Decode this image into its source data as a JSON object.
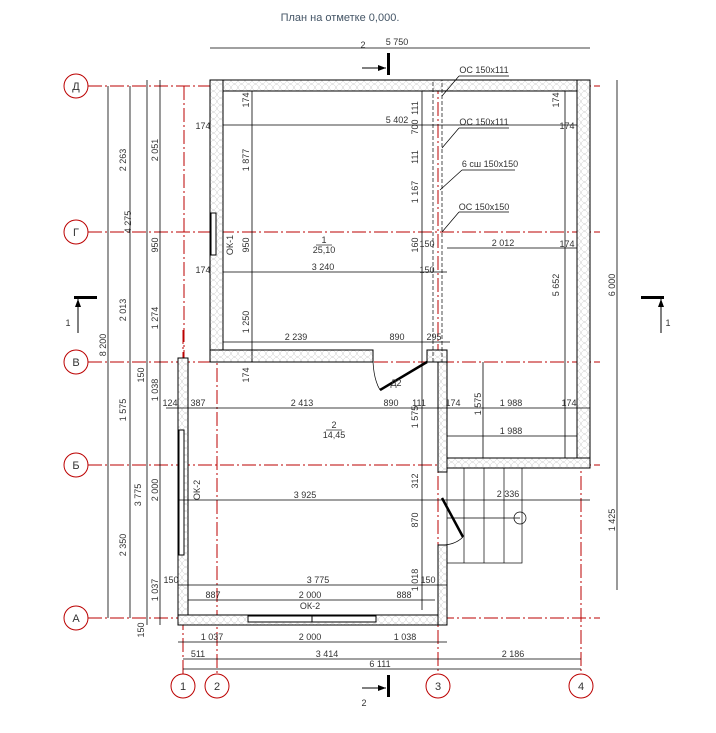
{
  "title": "План на отметке 0,000.",
  "axes_h": [
    "Д",
    "Г",
    "В",
    "Б",
    "А"
  ],
  "axes_v": [
    "1",
    "2",
    "3",
    "4"
  ],
  "sections": {
    "top": "2",
    "bottom": "2",
    "left": "1",
    "right": "1"
  },
  "rooms": [
    {
      "number": "1",
      "area": "25,10"
    },
    {
      "number": "2",
      "area": "14,45"
    }
  ],
  "callouts": [
    "ОС 150х111",
    "ОС 150х111",
    "6 сш 150х150",
    "ОС 150х150"
  ],
  "door_tag": "Д2",
  "windows": [
    "ОК-1",
    "ОК-2",
    "ОК-2"
  ],
  "dims": [
    "5 750",
    "174",
    "174",
    "5 402",
    "174",
    "174",
    "111",
    "700",
    "111",
    "1 167",
    "1 877",
    "2 051",
    "2 263",
    "4 275",
    "950",
    "950",
    "160",
    "150",
    "2 012",
    "174",
    "174",
    "3 240",
    "150",
    "5 652",
    "6 000",
    "2 013",
    "1 274",
    "1 250",
    "8 200",
    "2 239",
    "890",
    "295",
    "150",
    "1 038",
    "174",
    "124",
    "387",
    "2 413",
    "890",
    "111",
    "174",
    "1 575",
    "1 988",
    "174",
    "1 575",
    "1 988",
    "1 575",
    "312",
    "2 336",
    "3 925",
    "3 775",
    "2 000",
    "870",
    "1 425",
    "2 350",
    "1 037",
    "150",
    "3 775",
    "1 018",
    "150",
    "887",
    "2 000",
    "888",
    "150",
    "1 037",
    "2 000",
    "1 038",
    "511",
    "3 414",
    "2 186",
    "6 111"
  ]
}
